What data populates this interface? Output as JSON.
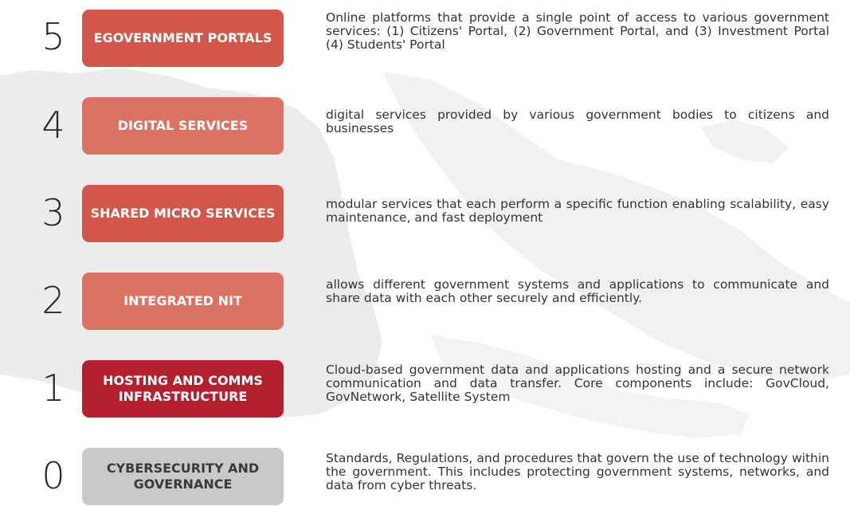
{
  "layers": [
    {
      "number": "5",
      "title": "EGOVERNMENT PORTALS",
      "description": "Online platforms that provide a single point of access to various government services: (1) Citizens' Portal, (2) Government Portal, and (3) Investment Portal (4) Students' Portal",
      "color": "#d2574a",
      "text_color": "#ffffff"
    },
    {
      "number": "4",
      "title": "DIGITAL SERVICES",
      "description": "digital services provided by various government bodies to citizens and businesses",
      "color": "#db7262",
      "text_color": "#ffffff"
    },
    {
      "number": "3",
      "title": "SHARED MICRO SERVICES",
      "description": "modular services that each perform a specific function enabling scalability, easy maintenance, and fast deployment",
      "color": "#d2574a",
      "text_color": "#ffffff"
    },
    {
      "number": "2",
      "title": "INTEGRATED NIT",
      "description": "allows different government systems and applications to communicate and share data with each other securely and efficiently.",
      "color": "#db7262",
      "text_color": "#ffffff"
    },
    {
      "number": "1",
      "title": "HOSTING AND COMMS INFRASTRUCTURE",
      "description": "Cloud-based government data and applications hosting and a secure network communication and data transfer. Core components include: GovCloud, GovNetwork, Satellite System",
      "color": "#b5202e",
      "text_color": "#ffffff"
    },
    {
      "number": "0",
      "title": "CYBERSECURITY AND GOVERNANCE",
      "description": "Standards, Regulations, and procedures that govern the use of technology within the government. This includes protecting government systems, networks, and data from cyber threats.",
      "color": "#c9c9c9",
      "text_color": "#3a3a3a"
    }
  ]
}
